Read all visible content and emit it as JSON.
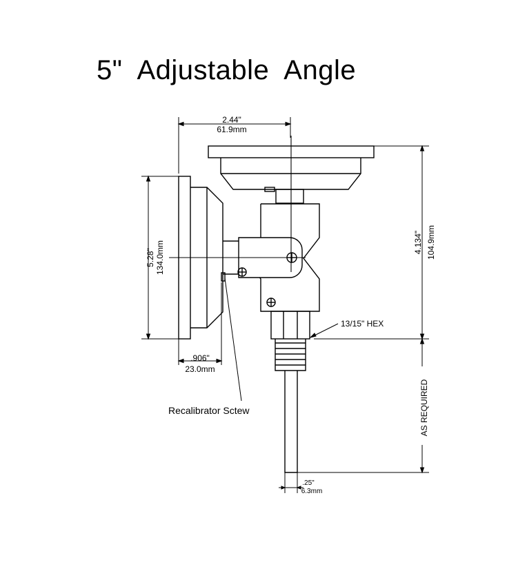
{
  "title": "5\"  Adjustable  Angle",
  "dimensions": {
    "top_width": {
      "inch": "2.44\"",
      "mm": "61.9mm"
    },
    "dial_height": {
      "inch": "5.28\"",
      "mm": "134.0mm"
    },
    "right_height": {
      "inch": "4.134\"",
      "mm": "104.9mm"
    },
    "dial_depth": {
      "inch": ".906\"",
      "mm": "23.0mm"
    },
    "stem_diameter": {
      "inch": ".25\"",
      "mm": "6.3mm"
    }
  },
  "labels": {
    "hex": "13/15\" HEX",
    "recalibrator": "Recalibrator Sctew",
    "as_required": "AS REQUIRED"
  },
  "colors": {
    "ink": "#000000",
    "paper": "#ffffff"
  }
}
